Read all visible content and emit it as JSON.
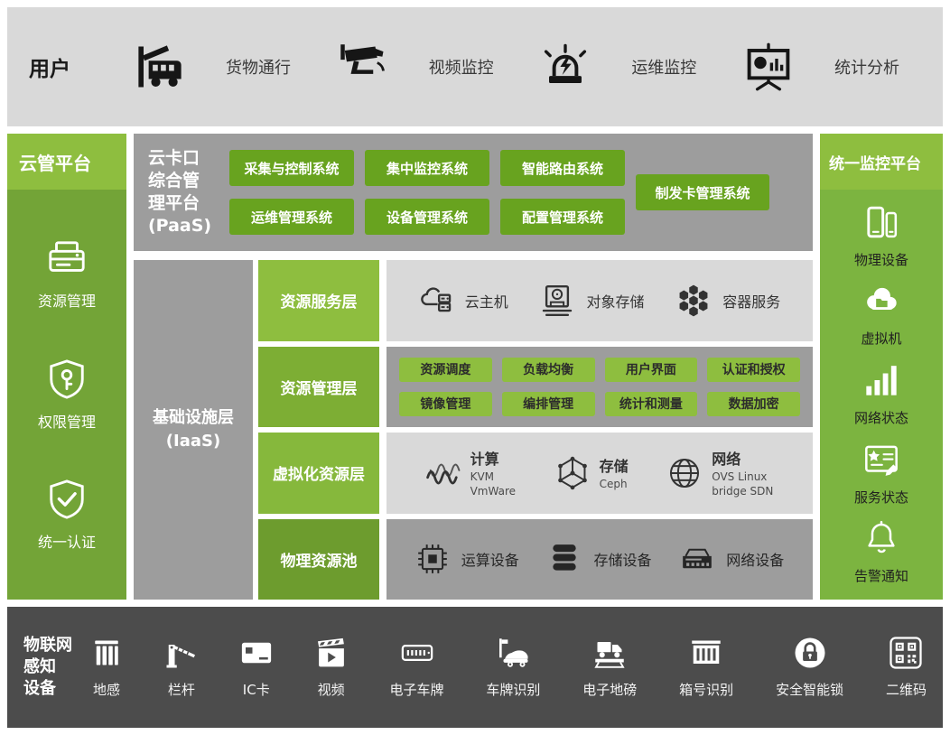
{
  "colors": {
    "bright_green": "#8ebe3f",
    "mid_green": "#7dae34",
    "dark_green": "#6d9c2e",
    "button_green": "#68a31f",
    "panel_gray": "#9d9d9d",
    "light_gray": "#d9d9d9",
    "dark_bar": "#4c4c4c"
  },
  "user_bar": {
    "title": "用户",
    "items": [
      {
        "icon": "truck-gate-icon",
        "label": "货物通行"
      },
      {
        "icon": "cctv-camera-icon",
        "label": "视频监控"
      },
      {
        "icon": "siren-icon",
        "label": "运维监控"
      },
      {
        "icon": "presentation-chart-icon",
        "label": "统计分析"
      }
    ]
  },
  "cloud_platform": {
    "title": "云管平台",
    "items": [
      {
        "icon": "card-printer-icon",
        "label": "资源管理"
      },
      {
        "icon": "shield-key-icon",
        "label": "权限管理"
      },
      {
        "icon": "shield-check-icon",
        "label": "统一认证"
      }
    ]
  },
  "paas": {
    "title": "云卡口综合管理平台(PaaS)",
    "buttons_row1": [
      "采集与控制系统",
      "集中监控系统",
      "智能路由系统"
    ],
    "buttons_row2": [
      "运维管理系统",
      "设备管理系统",
      "配置管理系统"
    ],
    "side_button": "制发卡管理系统"
  },
  "iaas": {
    "title": "基础设施层(IaaS)",
    "resource_service_layer": {
      "label": "资源服务层",
      "items": [
        {
          "icon": "cloud-server-icon",
          "label": "云主机"
        },
        {
          "icon": "object-storage-icon",
          "label": "对象存储"
        },
        {
          "icon": "hexagon-cluster-icon",
          "label": "容器服务"
        }
      ]
    },
    "resource_manage_layer": {
      "label": "资源管理层",
      "chips_row1": [
        "资源调度",
        "负载均衡",
        "用户界面",
        "认证和授权"
      ],
      "chips_row2": [
        "镜像管理",
        "编排管理",
        "统计和测量",
        "数据加密"
      ]
    },
    "virtual_layer": {
      "label": "虚拟化资源层",
      "items": [
        {
          "icon": "waveform-icon",
          "title": "计算",
          "subtitle": "KVM\nVmWare"
        },
        {
          "icon": "hexagon-network-icon",
          "title": "存储",
          "subtitle": "Ceph"
        },
        {
          "icon": "globe-network-icon",
          "title": "网络",
          "subtitle": "OVS Linux\nbridge SDN"
        }
      ]
    },
    "physical_pool": {
      "label": "物理资源池",
      "items": [
        {
          "icon": "cpu-chip-icon",
          "label": "运算设备"
        },
        {
          "icon": "database-icon",
          "label": "存储设备"
        },
        {
          "icon": "network-switch-icon",
          "label": "网络设备"
        }
      ]
    }
  },
  "monitor_platform": {
    "title": "统一监控平台",
    "items": [
      {
        "icon": "mobile-devices-icon",
        "label": "物理设备"
      },
      {
        "icon": "cloud-vm-icon",
        "label": "虚拟机"
      },
      {
        "icon": "signal-bars-icon",
        "label": "网络状态"
      },
      {
        "icon": "service-card-icon",
        "label": "服务状态"
      },
      {
        "icon": "bell-icon",
        "label": "告警通知"
      }
    ]
  },
  "iot_bar": {
    "title": "物联网\n感知\n设备",
    "items": [
      {
        "icon": "ground-sensor-icon",
        "label": "地感"
      },
      {
        "icon": "barrier-gate-icon",
        "label": "栏杆"
      },
      {
        "icon": "ic-card-icon",
        "label": "IC卡"
      },
      {
        "icon": "clapperboard-icon",
        "label": "视频"
      },
      {
        "icon": "license-plate-icon",
        "label": "电子车牌"
      },
      {
        "icon": "plate-camera-icon",
        "label": "车牌识别"
      },
      {
        "icon": "weighbridge-icon",
        "label": "电子地磅"
      },
      {
        "icon": "container-icon",
        "label": "箱号识别"
      },
      {
        "icon": "padlock-icon",
        "label": "安全智能锁"
      },
      {
        "icon": "qr-code-icon",
        "label": "二维码"
      }
    ]
  }
}
